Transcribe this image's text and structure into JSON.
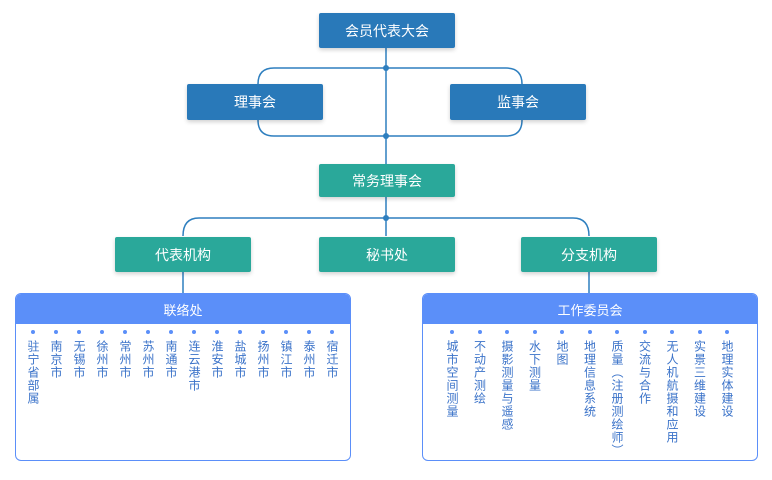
{
  "nodes": {
    "assembly": "会员代表大会",
    "council": "理事会",
    "supervisory": "监事会",
    "standing": "常务理事会",
    "representative": "代表机构",
    "secretariat": "秘书处",
    "branch": "分支机构"
  },
  "liaison": {
    "title": "联络处",
    "items": [
      "驻宁省部属",
      "南京市",
      "无锡市",
      "徐州市",
      "常州市",
      "苏州市",
      "南通市",
      "连云港市",
      "淮安市",
      "盐城市",
      "扬州市",
      "镇江市",
      "泰州市",
      "宿迁市"
    ]
  },
  "committee": {
    "title": "工作委员会",
    "items": [
      "城市空间测量",
      "不动产测绘",
      "摄影测量与遥感",
      "水下测量",
      "地图",
      "地理信息系统",
      "质量（注册测绘师）",
      "交流与合作",
      "无人机航摄和应用",
      "实景三维建设",
      "地理实体建设"
    ]
  },
  "colors": {
    "dark": "#2979b9",
    "teal": "#2aa89a",
    "panel": "#5b8ff9",
    "line": "#2e7fbf"
  }
}
